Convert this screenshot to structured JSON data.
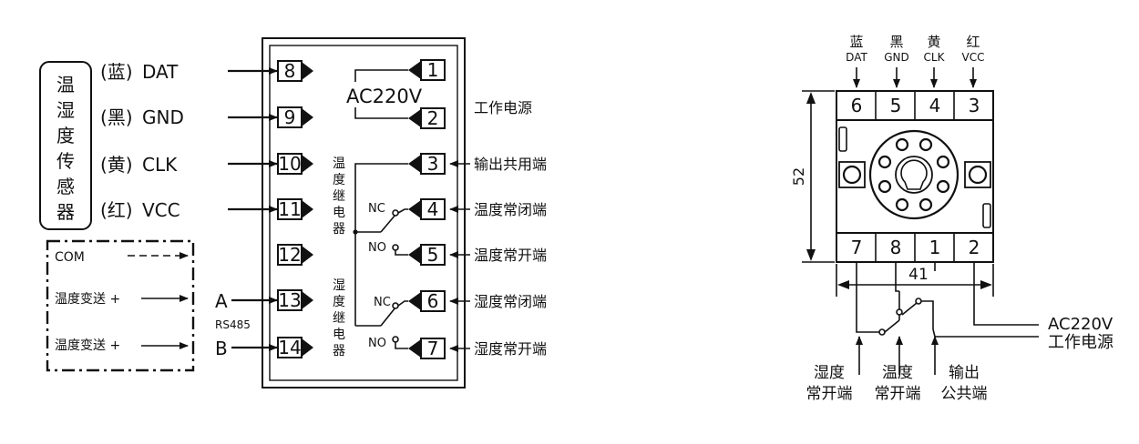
{
  "sensor": {
    "label_chars": [
      "温",
      "湿",
      "度",
      "传",
      "感",
      "器"
    ],
    "wires": [
      {
        "color": "(蓝)",
        "signal": "DAT"
      },
      {
        "color": "(黑)",
        "signal": "GND"
      },
      {
        "color": "(黄)",
        "signal": "CLK"
      },
      {
        "color": "(红)",
        "signal": "VCC"
      }
    ]
  },
  "transmit_box": {
    "com": "COM",
    "out1": "温度变送 +",
    "out2": "温度变送 +"
  },
  "rs485": {
    "a": "A",
    "b": "B",
    "label": "RS485"
  },
  "left_terminals": [
    "8",
    "9",
    "10",
    "11",
    "12",
    "13",
    "14"
  ],
  "right_terminals": [
    "1",
    "2",
    "3",
    "4",
    "5",
    "6",
    "7"
  ],
  "power": {
    "voltage": "AC220V",
    "desc": "工作电源"
  },
  "relay_labels": {
    "temp_chars": [
      "温",
      "度",
      "继",
      "电",
      "器"
    ],
    "hum_chars": [
      "湿",
      "度",
      "继",
      "电",
      "器"
    ],
    "nc": "NC",
    "no": "NO"
  },
  "terminal_desc": {
    "t3": "输出共用端",
    "t4": "温度常闭端",
    "t5": "温度常开端",
    "t6": "湿度常闭端",
    "t7": "湿度常开端"
  },
  "socket": {
    "top_wires": [
      {
        "cn": "蓝",
        "en": "DAT"
      },
      {
        "cn": "黑",
        "en": "GND"
      },
      {
        "cn": "黄",
        "en": "CLK"
      },
      {
        "cn": "红",
        "en": "VCC"
      }
    ],
    "top_pins": [
      "6",
      "5",
      "4",
      "3"
    ],
    "bottom_pins": [
      "7",
      "8",
      "1",
      "2"
    ],
    "height_dim": "52",
    "width_dim": "41",
    "power_voltage": "AC220V",
    "power_desc": "工作电源",
    "bottom_labels": [
      {
        "line1": "湿度",
        "line2": "常开端"
      },
      {
        "line1": "温度",
        "line2": "常开端"
      },
      {
        "line1": "输出",
        "line2": "公共端"
      }
    ]
  }
}
